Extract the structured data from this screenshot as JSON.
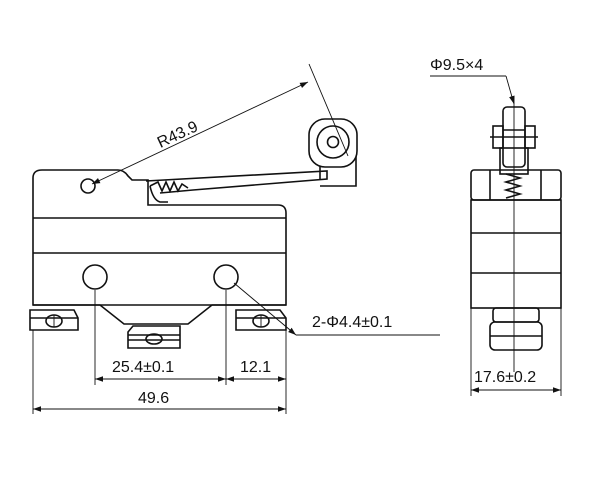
{
  "front_view": {
    "lever_radius": "R43.9",
    "mounting_holes": "2-Φ4.4±0.1",
    "hole_pitch": "25.4±0.1",
    "hole_to_edge": "12.1",
    "overall_length": "49.6"
  },
  "side_view": {
    "roller": "Φ9.5×4",
    "overall_width": "17.6±0.2"
  }
}
